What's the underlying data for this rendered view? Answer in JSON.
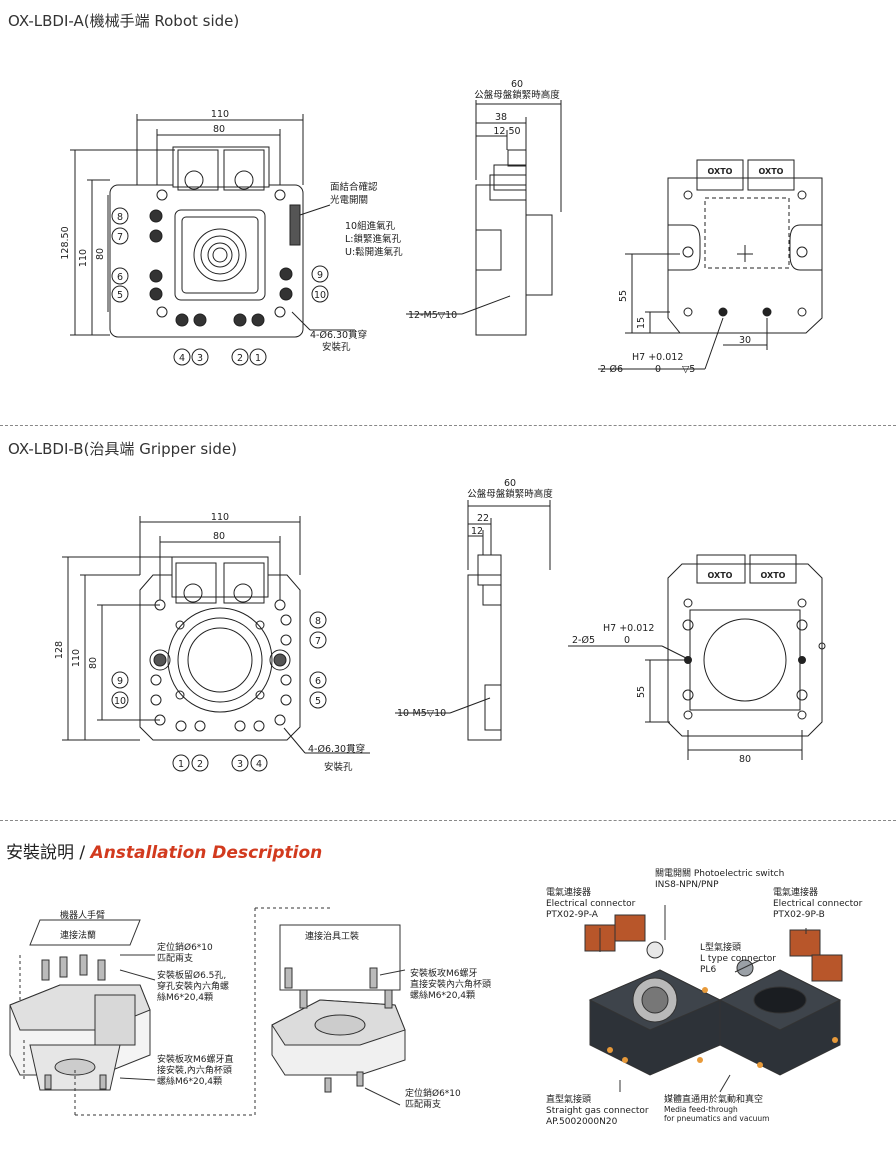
{
  "sectionA": {
    "title": "OX-LBDI-A(機械手端 Robot side)",
    "front": {
      "dim_width_outer": "110",
      "dim_width_inner": "80",
      "dim_height_outer": "128.50",
      "dim_height_110": "110",
      "dim_height_80": "80",
      "port_labels": [
        "8",
        "7",
        "6",
        "5",
        "9",
        "10",
        "4",
        "3",
        "2",
        "1"
      ],
      "note_sensor": [
        "面結合確認",
        "光電開關"
      ],
      "note_air": [
        "10組進氣孔",
        "L:鎖緊進氣孔",
        "U:鬆開進氣孔"
      ],
      "note_mount": "4-Ø6.30貫穿",
      "note_mount2": "安裝孔"
    },
    "side": {
      "dim_60": "60",
      "dim_60_note": "公盤母盤鎖緊時高度",
      "dim_38": "38",
      "dim_12_50": "12.50",
      "thread_note": "12-M5▽10"
    },
    "back": {
      "dim_55": "55",
      "dim_15": "15",
      "dim_30": "30",
      "tol_note": "H7 +0.012",
      "pin_note": "2-Ø6",
      "pin_zero": "0",
      "pin_depth": "▽5",
      "badge": "OXTO"
    }
  },
  "sectionB": {
    "title": "OX-LBDI-B(治具端 Gripper side)",
    "front": {
      "dim_width_outer": "110",
      "dim_width_inner": "80",
      "dim_height_outer": "128",
      "dim_height_110": "110",
      "dim_height_80": "80",
      "port_labels": [
        "8",
        "7",
        "9",
        "10",
        "6",
        "5",
        "1",
        "2",
        "3",
        "4"
      ],
      "note_mount": "4-Ø6.30貫穿",
      "note_mount2": "安裝孔"
    },
    "side": {
      "dim_60": "60",
      "dim_60_note": "公盤母盤鎖緊時高度",
      "dim_22": "22",
      "dim_12": "12",
      "thread_note": "10-M5▽10"
    },
    "back": {
      "tol_note": "H7 +0.012",
      "pin_note": "2-Ø5",
      "pin_zero": "0",
      "dim_55": "55",
      "dim_80": "80",
      "badge": "OXTO"
    }
  },
  "install": {
    "title_zh": "安裝說明 / ",
    "title_en": "Anstallation Description",
    "left": {
      "arm": "機器人手臂",
      "flange": "連接法蘭",
      "pin": [
        "定位銷Ø6*10",
        "匹配兩支"
      ],
      "plate": [
        "安裝板留Ø6.5孔,",
        "穿孔安裝內六角螺",
        "絲M6*20,4顆"
      ],
      "plate2": [
        "安裝板攻M6螺牙直",
        "接安裝,內六角杯頭",
        "螺絲M6*20,4顆"
      ]
    },
    "mid": {
      "fixture": "連接治具工裝",
      "plate": [
        "安裝板攻M6螺牙",
        "直接安裝內六角杯頭",
        "螺絲M6*20,4顆"
      ],
      "pin": [
        "定位銷Ø6*10",
        "匹配兩支"
      ]
    },
    "photo": {
      "elec_left": [
        "電氣連接器",
        "Electrical connector",
        "PTX02-9P-A"
      ],
      "photo_switch": [
        "關電開關 Photoelectric switch",
        "INS8-NPN/PNP"
      ],
      "elec_right": [
        "電氣連接器",
        "Electrical connector",
        "PTX02-9P-B"
      ],
      "ltype": [
        "L型氣接頭",
        "L type connector",
        "PL6"
      ],
      "straight": [
        "直型氣接頭",
        "Straight gas connector",
        "AP.5002000N20"
      ],
      "media": [
        "媒體直通用於氣動和真空",
        "Media feed-through",
        "for pneumatics and vacuum"
      ]
    }
  }
}
